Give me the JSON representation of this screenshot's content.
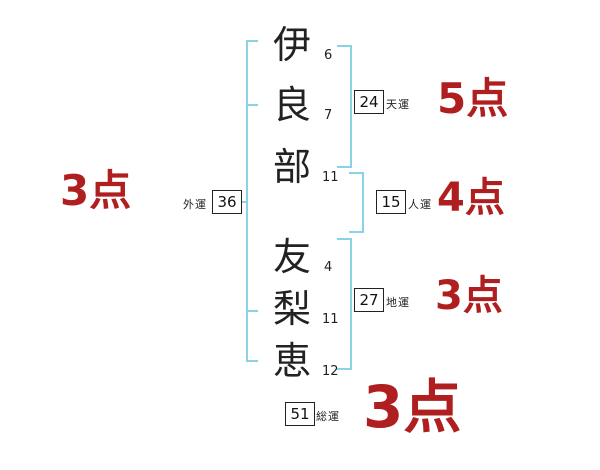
{
  "name_chars": [
    {
      "char": "伊",
      "strokes": "6"
    },
    {
      "char": "良",
      "strokes": "7"
    },
    {
      "char": "部",
      "strokes": "11"
    },
    {
      "char": "友",
      "strokes": "4"
    },
    {
      "char": "梨",
      "strokes": "11"
    },
    {
      "char": "恵",
      "strokes": "12"
    }
  ],
  "fortunes": {
    "outer": {
      "label": "外運",
      "value": "36",
      "score": "3点"
    },
    "heaven": {
      "label": "天運",
      "value": "24",
      "score": "5点"
    },
    "person": {
      "label": "人運",
      "value": "15",
      "score": "4点"
    },
    "earth": {
      "label": "地運",
      "value": "27",
      "score": "3点"
    },
    "total": {
      "label": "総運",
      "value": "51",
      "score": "3点"
    }
  },
  "colors": {
    "score_red": "#b01f1f",
    "bracket_blue": "#8bd2e6",
    "text_black": "#222222"
  }
}
